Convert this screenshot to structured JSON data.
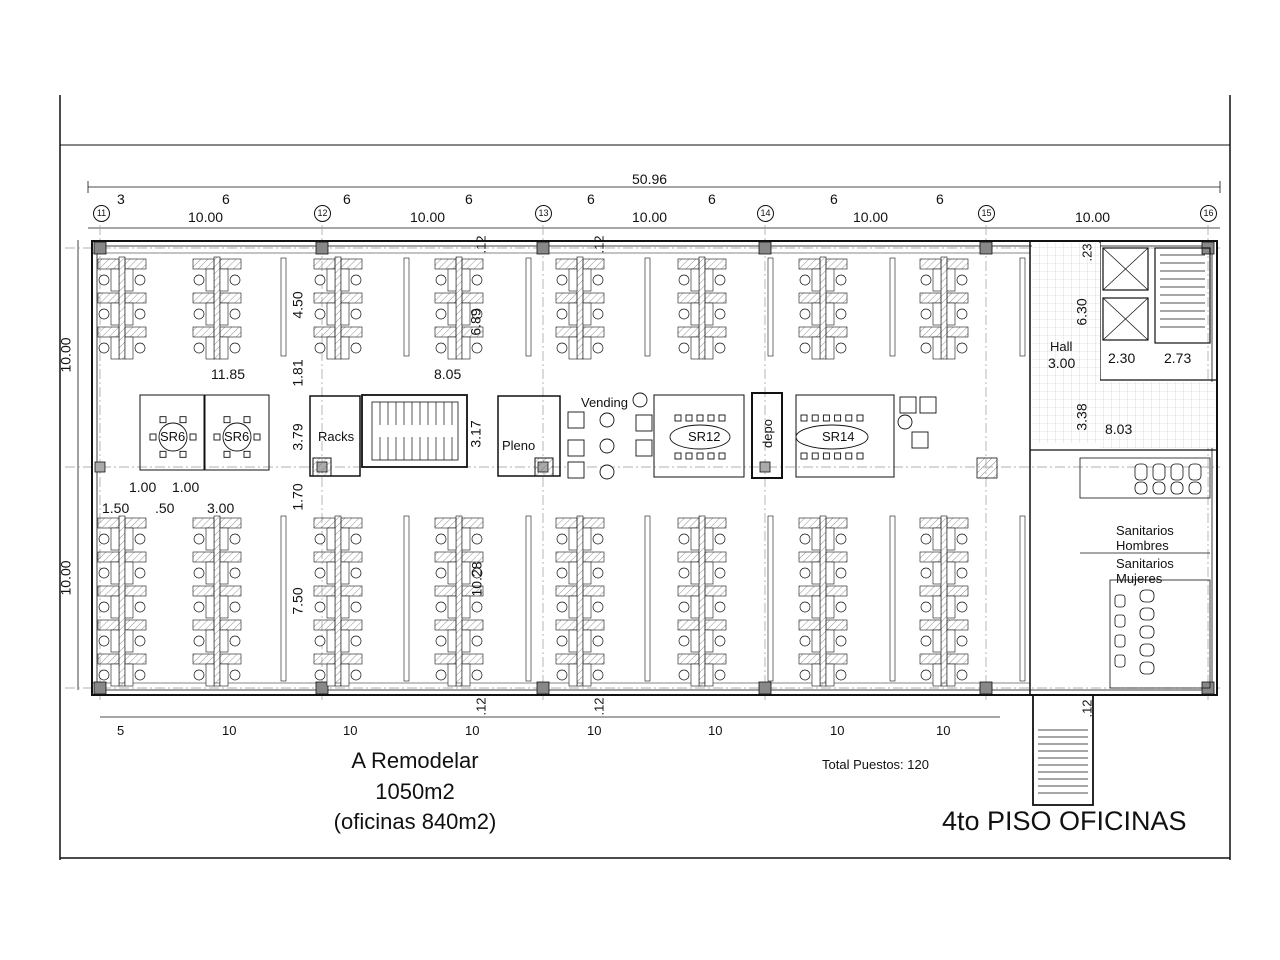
{
  "drawing": {
    "title": "4to PISO OFICINAS",
    "remodel_label": "A Remodelar",
    "area_total": "1050m2",
    "area_offices": "(oficinas 840m2)",
    "total_seats": "Total Puestos: 120"
  },
  "top_dimensions": {
    "overall": "50.96",
    "bay_labels": [
      "10.00",
      "10.00",
      "10.00",
      "10.00",
      "10.00"
    ],
    "module_labels": [
      "3",
      "6",
      "6",
      "6",
      "6",
      "6",
      "6"
    ],
    "axis_ids": [
      "11",
      "12",
      "13",
      "14",
      "15",
      "16"
    ]
  },
  "bottom_dimensions": [
    "5",
    "10",
    "10",
    "10",
    "10",
    "10",
    "10"
  ],
  "left_dimensions": [
    "10.00",
    "10.00"
  ],
  "interior_dimensions": {
    "d_11_85": "11.85",
    "d_8_05": "8.05",
    "d_1_81": "1.81",
    "d_3_79": "3.79",
    "d_3_17": "3.17",
    "d_1_70": "1.70",
    "d_4_50": "4.50",
    "d_6_89": "6.89",
    "d_7_50": "7.50",
    "d_10_28": "10.28",
    "d_1_00_a": "1.00",
    "d_1_00_b": "1.00",
    "d_1_50": "1.50",
    "d_50": ".50",
    "d_3_00": "3.00",
    "d_12_a": ".12",
    "d_12_b": ".12",
    "d_12_c": ".12",
    "d_12_d": ".12",
    "d_12_e": ".12",
    "d_23": ".23",
    "d_6_30": "6.30",
    "d_hall_3_00": "3.00",
    "d_2_30": "2.30",
    "d_2_73": "2.73",
    "d_3_38": "3.38",
    "d_8_03": "8.03"
  },
  "rooms": {
    "sr6_a": "SR6",
    "sr6_b": "SR6",
    "racks": "Racks",
    "pleno": "Pleno",
    "vending": "Vending",
    "sr12": "SR12",
    "depo": "depo",
    "sr14": "SR14",
    "hall": "Hall",
    "wc_men": "Sanitarios Hombres",
    "wc_women": "Sanitarios Mujeres"
  }
}
